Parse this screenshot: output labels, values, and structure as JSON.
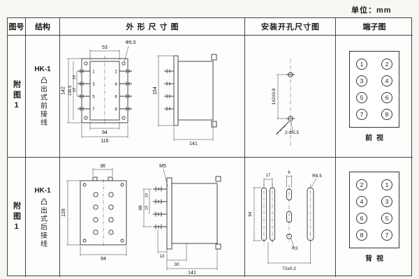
{
  "unit_label": "单位：mm",
  "headers": {
    "fig_no": "图号",
    "structure": "结构",
    "outline": "外形尺寸图",
    "install": "安装开孔尺寸图",
    "terminal": "端子图"
  },
  "rows": [
    {
      "fig_no": "附图1",
      "model": "HK-1",
      "wiring": "凸出式前接线",
      "outline": {
        "dim_top": "53",
        "dim_hole": "Φ5.5",
        "dim_h_outer": "142",
        "dim_h_inner": "139.5",
        "dim_pitch_a": "19",
        "dim_pitch_b": "19",
        "dim_w_inner": "94",
        "dim_w_outer": "116",
        "pin_left": [
          "1",
          "3",
          "5",
          "7"
        ],
        "pin_right": [
          "2",
          "4",
          "6",
          "8"
        ],
        "side_height": "154",
        "side_length": "141"
      },
      "install": {
        "dim_vertical": "142±0.8",
        "holes": "2-Φ5.5"
      },
      "terminal": {
        "cells": [
          "1",
          "2",
          "3",
          "4",
          "5",
          "6",
          "7",
          "8"
        ],
        "caption": "前视"
      }
    },
    {
      "fig_no": "附图1",
      "model": "HK-1",
      "wiring": "凸出式后接线",
      "outline": {
        "dim_top": "36",
        "dim_h": "128",
        "dim_w": "94",
        "screw": "M5",
        "dim_span": "98",
        "dim_pitch_a": "19",
        "dim_pitch_b": "19",
        "dim_b1": "13",
        "dim_b2": "30",
        "side_length": "141"
      },
      "install": {
        "dim_slot_gap": "17",
        "dim_slot_w": "6",
        "radius_big": "R8.5",
        "dim_vertical": "94",
        "radius_small": "R3",
        "dim_width": "72±0.2"
      },
      "terminal": {
        "cells": [
          "2",
          "1",
          "4",
          "3",
          "6",
          "5",
          "8",
          "7"
        ],
        "caption": "背视"
      }
    }
  ]
}
